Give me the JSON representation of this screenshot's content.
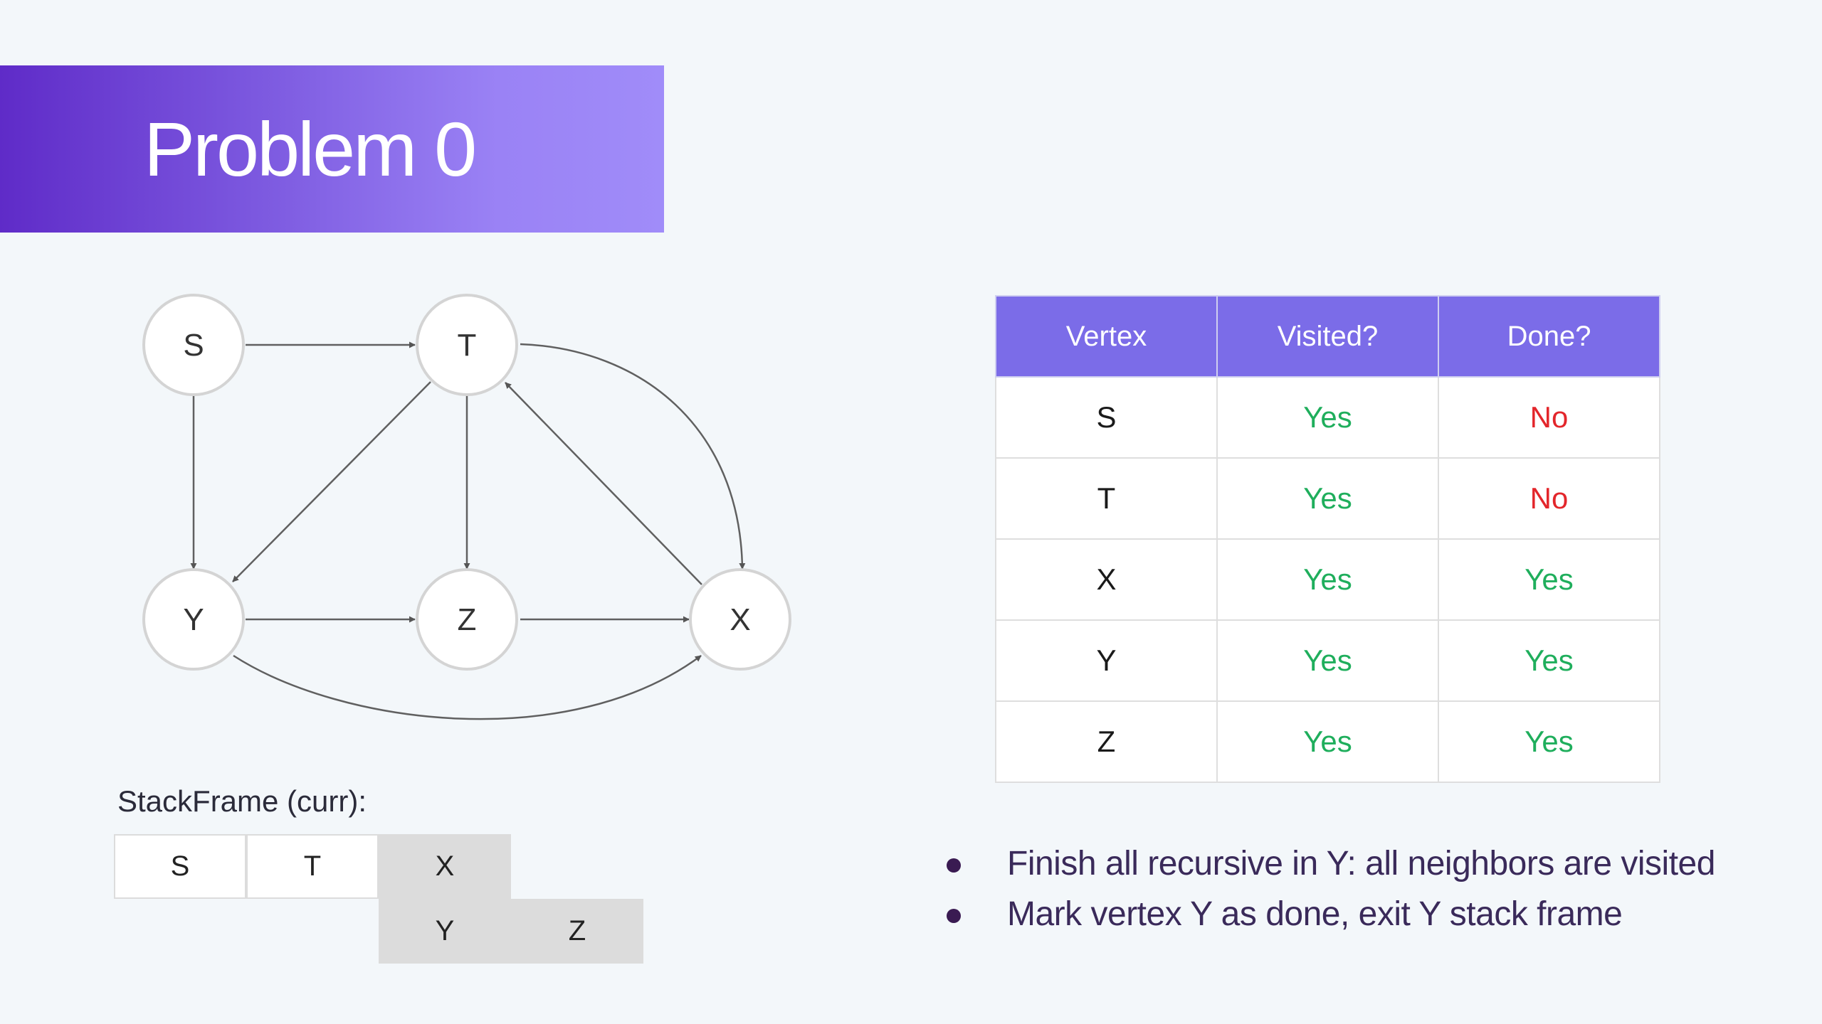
{
  "slide": {
    "title": "Problem 0"
  },
  "graph": {
    "nodes": [
      {
        "id": "S",
        "label": "S"
      },
      {
        "id": "T",
        "label": "T"
      },
      {
        "id": "Y",
        "label": "Y"
      },
      {
        "id": "Z",
        "label": "Z"
      },
      {
        "id": "X",
        "label": "X"
      }
    ],
    "edges": [
      {
        "from": "S",
        "to": "T"
      },
      {
        "from": "S",
        "to": "Y"
      },
      {
        "from": "T",
        "to": "Y"
      },
      {
        "from": "T",
        "to": "Z"
      },
      {
        "from": "T",
        "to": "X"
      },
      {
        "from": "X",
        "to": "T"
      },
      {
        "from": "Y",
        "to": "Z"
      },
      {
        "from": "Z",
        "to": "X"
      },
      {
        "from": "Y",
        "to": "X"
      }
    ]
  },
  "table": {
    "headers": [
      "Vertex",
      "Visited?",
      "Done?"
    ],
    "rows": [
      [
        "S",
        "Yes",
        "No"
      ],
      [
        "T",
        "Yes",
        "No"
      ],
      [
        "X",
        "Yes",
        "Yes"
      ],
      [
        "Y",
        "Yes",
        "Yes"
      ],
      [
        "Z",
        "Yes",
        "Yes"
      ]
    ]
  },
  "stack": {
    "label": "StackFrame (curr):",
    "row1": [
      "S",
      "T",
      "X"
    ],
    "row2": [
      "Y",
      "Z"
    ]
  },
  "bullets": [
    "Finish all recursive in Y: all neighbors are visited",
    "Mark vertex Y as done, exit Y stack frame"
  ],
  "colors": {
    "yes": "#1fae5c",
    "no": "#e3262b",
    "header": "#7b6ce8"
  }
}
